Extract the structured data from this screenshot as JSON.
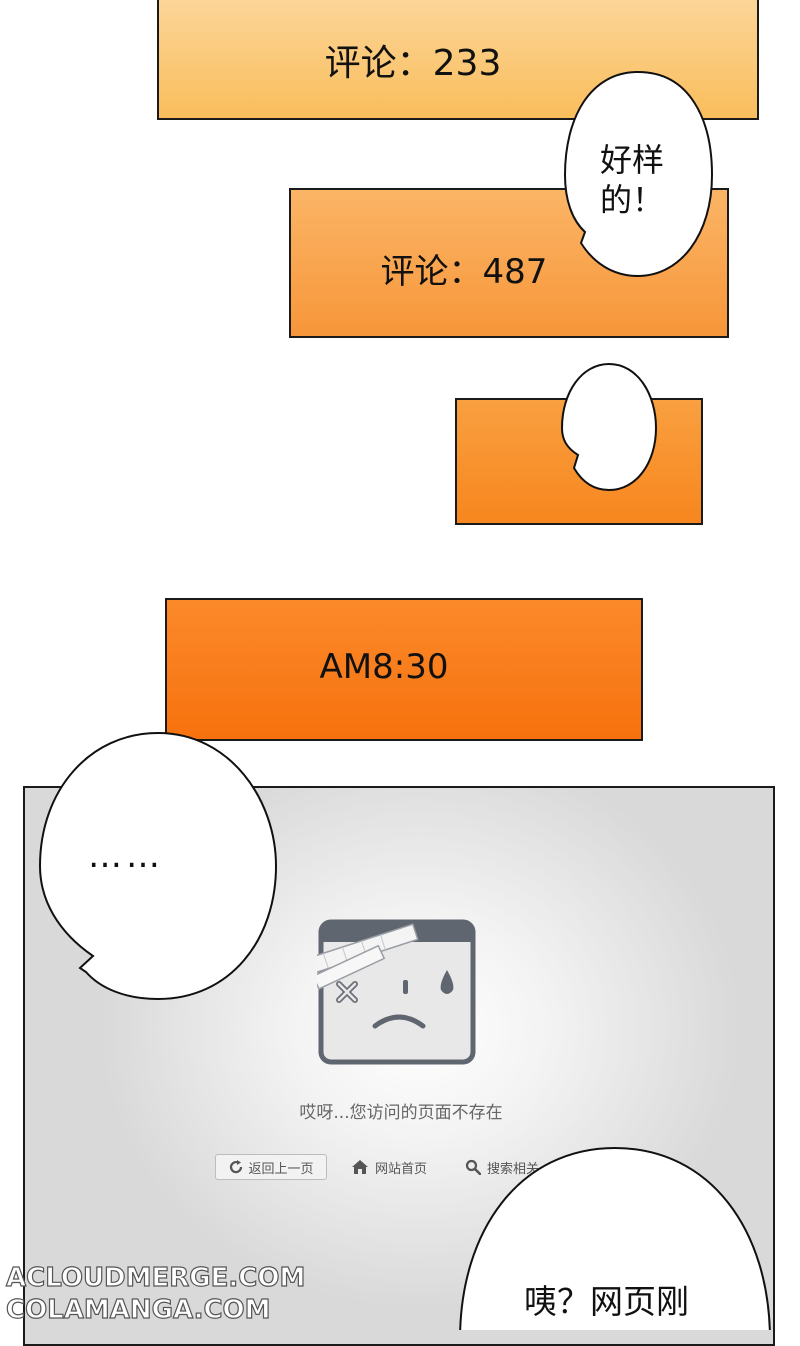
{
  "panels": {
    "comment_1": "评论：233",
    "comment_2": "评论：487",
    "time": "AM8:30"
  },
  "bubbles": {
    "praise_line1": "好样",
    "praise_line2": "的！",
    "ellipsis": "……",
    "surprise_line1": "咦？网页刚"
  },
  "error_page": {
    "icon": "sad-bandaged-page-icon",
    "message": "哎呀...您访问的页面不存在",
    "back_label": "返回上一页",
    "home_label": "网站首页",
    "search_label": "搜索相关"
  },
  "watermark": {
    "line1": "ACLOUDMERGE.COM",
    "line2": "COLAMANGA.COM"
  },
  "colors": {
    "panel_light": "#fcd699",
    "panel_mid": "#f7963a",
    "panel_dark": "#f7720e",
    "error_gray": "#d9d9d9"
  }
}
